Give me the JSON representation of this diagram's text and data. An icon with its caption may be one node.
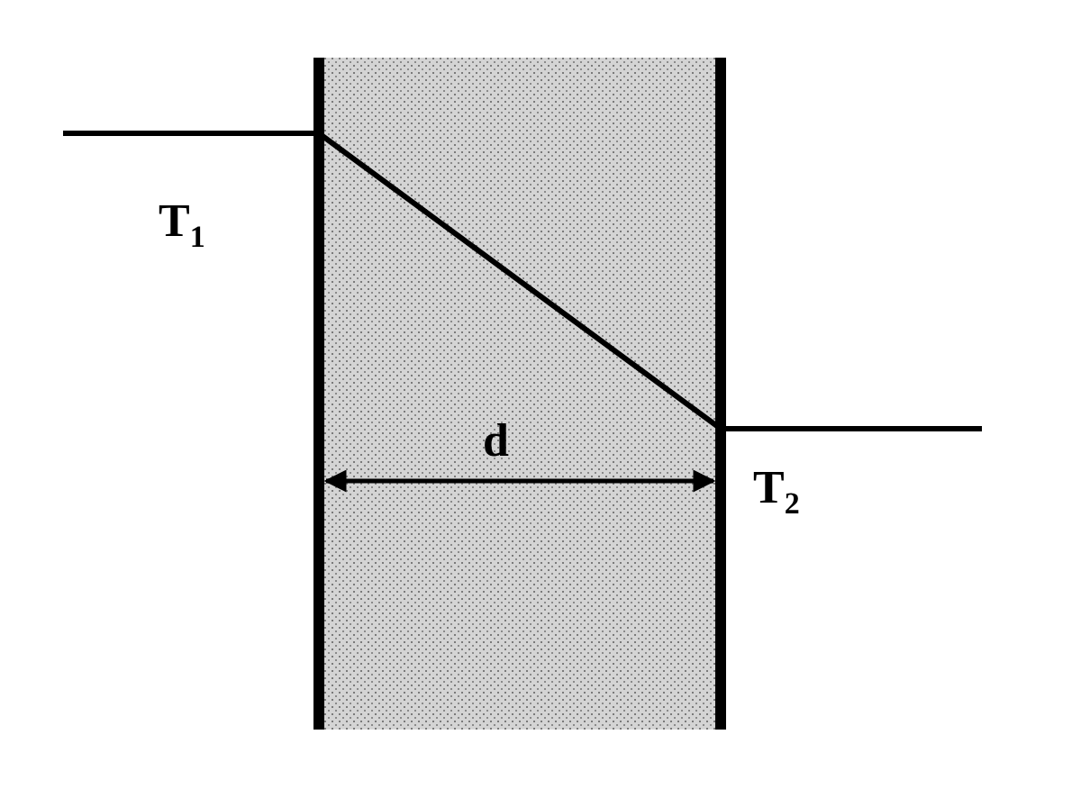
{
  "diagram": {
    "labels": [
      "T$_{1}$",
      "T$_{2}$",
      "d"
    ]
  }
}
